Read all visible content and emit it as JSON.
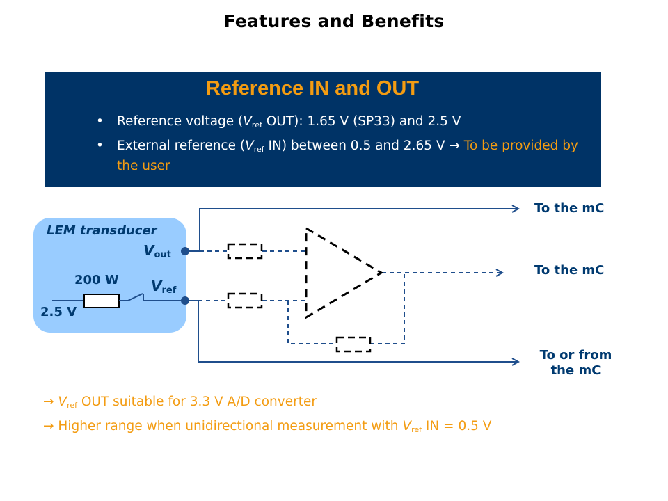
{
  "slide": {
    "title": "Features and Benefits"
  },
  "panel": {
    "title": "Reference IN and OUT",
    "bullets": [
      {
        "marker": "•",
        "text_before": "Reference voltage (",
        "var": "V",
        "sub": "ref",
        "text_after": " OUT): 1.65 V (SP33) and 2.5 V",
        "highlight": ""
      },
      {
        "marker": "•",
        "text_before": "External reference (",
        "var": "V",
        "sub": "ref",
        "text_after": " IN) between 0.5 and 2.65 V → ",
        "highlight": "To be provided by the user"
      }
    ]
  },
  "diagram": {
    "transducer": {
      "title": "LEM transducer",
      "vout_var": "V",
      "vout_sub": "out",
      "vref_var": "V",
      "vref_sub": "ref",
      "resistor_label": "200 W",
      "supply_label": "2.5 V"
    },
    "outputs": [
      {
        "label": "To the mC",
        "line": "solid"
      },
      {
        "label": "To the mC",
        "line": "dashed"
      },
      {
        "label_line1": "To or from",
        "label_line2": "the mC",
        "line": "solid"
      }
    ]
  },
  "notes": [
    {
      "arrow": "→",
      "var": "V",
      "sub": "ref",
      "text": " OUT suitable for 3.3 V A/D converter"
    },
    {
      "arrow": "→",
      "text_before": "Higher range when unidirectional measurement with ",
      "var": "V",
      "sub": "ref",
      "text_after": " IN = 0.5 V"
    }
  ],
  "colors": {
    "panel_bg": "#003366",
    "accent_orange": "#f39c12",
    "line_blue": "#1f4e8c",
    "transducer_bg": "#99ccff",
    "label_blue": "#003a70"
  }
}
